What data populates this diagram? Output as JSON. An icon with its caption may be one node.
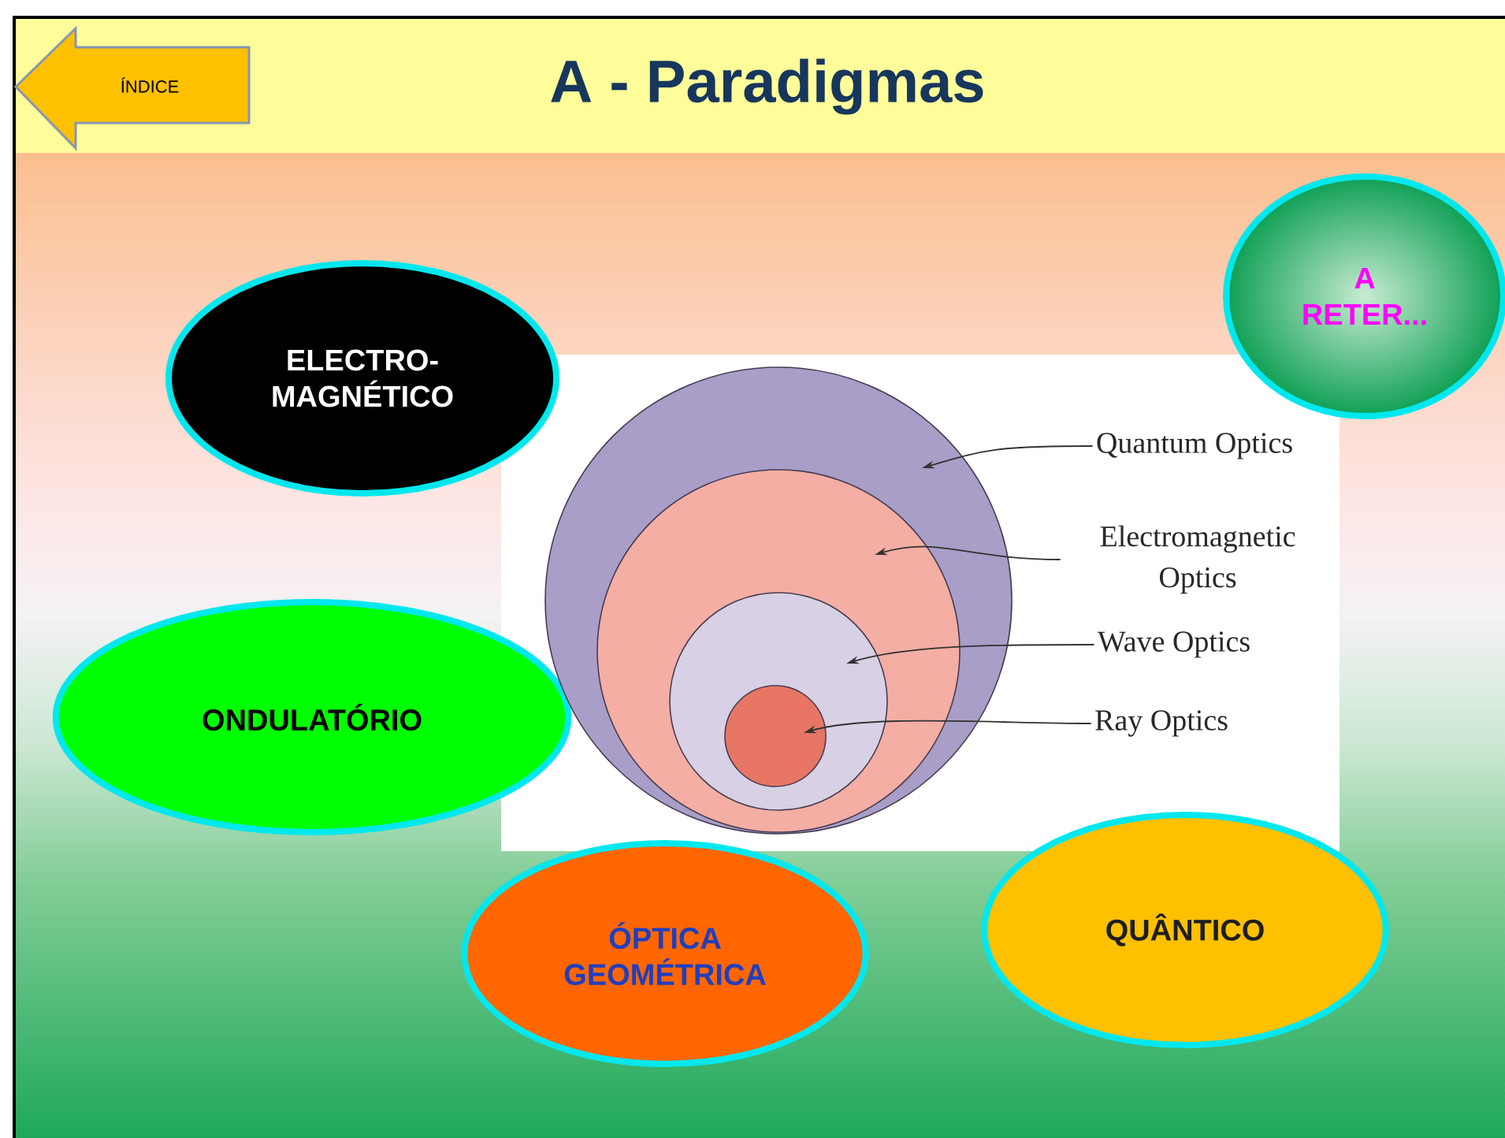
{
  "diagram": {
    "title": "A - Paradigmas",
    "nodes": [
      {
        "text": [
          "ÍNDICE"
        ]
      },
      {
        "text": [
          "ELECTRO- MAGNÉTICO"
        ]
      },
      {
        "text": [
          "A RETER..."
        ]
      },
      {
        "text": [
          "ONDULATÓRIO"
        ]
      },
      {
        "text": [
          "ÓPTICA GEOMÉTRICA"
        ]
      },
      {
        "text": [
          "QUÂNTICO"
        ]
      },
      {
        "text": [
          "Quantum Optics"
        ]
      },
      {
        "text": [
          "Electromagnetic Optics"
        ]
      },
      {
        "text": [
          "Wave Optics"
        ]
      },
      {
        "text": [
          "Ray Optics"
        ]
      },
      {
        "text": [],
        "shape": "circle"
      },
      {
        "text": [],
        "shape": "circle",
        "in": 10
      },
      {
        "text": [],
        "shape": "circle",
        "in": 11
      },
      {
        "text": [],
        "shape": "circle",
        "in": 12
      }
    ],
    "edges": [
      {
        "from": 6,
        "to": 10,
        "arrow": "to"
      },
      {
        "from": 7,
        "to": 11,
        "arrow": "to"
      },
      {
        "from": 8,
        "to": 12,
        "arrow": "to"
      },
      {
        "from": 9,
        "to": 13,
        "arrow": "to"
      }
    ]
  }
}
